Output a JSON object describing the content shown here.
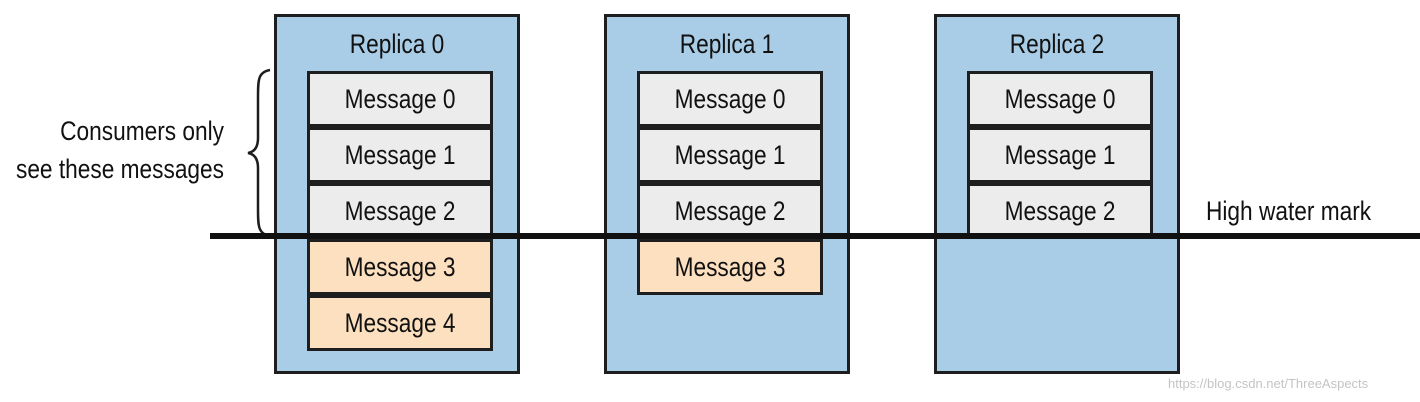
{
  "consumer_note": {
    "line1": "Consumers only",
    "line2": "see these messages"
  },
  "high_water_mark": "High water mark",
  "replicas": [
    {
      "title": "Replica 0",
      "messages": [
        "Message 0",
        "Message 1",
        "Message 2",
        "Message 3",
        "Message 4"
      ]
    },
    {
      "title": "Replica 1",
      "messages": [
        "Message 0",
        "Message 1",
        "Message 2",
        "Message 3"
      ]
    },
    {
      "title": "Replica 2",
      "messages": [
        "Message 0",
        "Message 1",
        "Message 2"
      ]
    }
  ],
  "committed_count": 3,
  "colors": {
    "replica_fill": "#a9cde6",
    "committed_fill": "#ececec",
    "uncommitted_fill": "#fde0bf",
    "stroke": "#1e1e1e"
  },
  "watermark": "https://blog.csdn.net/ThreeAspects"
}
